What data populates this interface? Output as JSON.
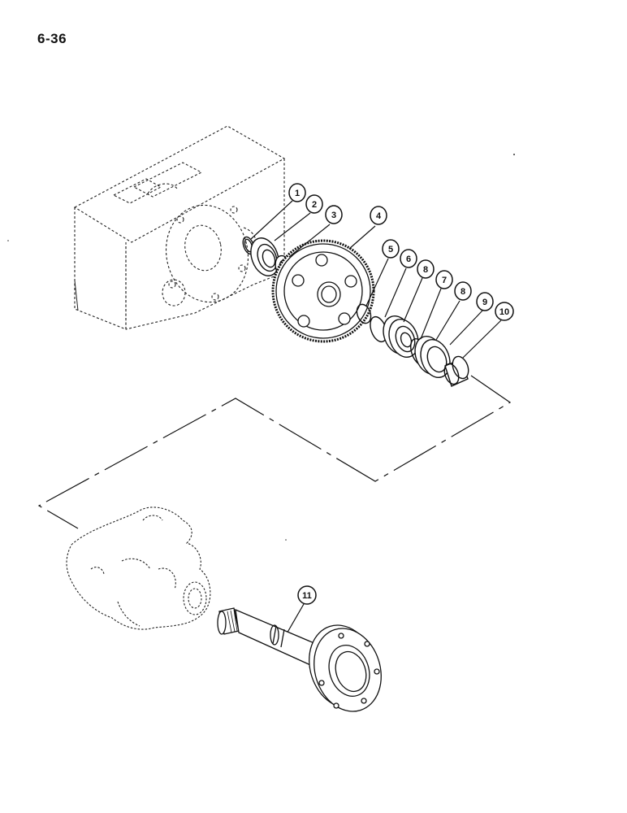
{
  "page": {
    "number": "6-36"
  },
  "callouts": [
    {
      "id": "c1",
      "label": "1"
    },
    {
      "id": "c2",
      "label": "2"
    },
    {
      "id": "c3",
      "label": "3"
    },
    {
      "id": "c4",
      "label": "4"
    },
    {
      "id": "c5",
      "label": "5"
    },
    {
      "id": "c6",
      "label": "6"
    },
    {
      "id": "c8a",
      "label": "8"
    },
    {
      "id": "c7",
      "label": "7"
    },
    {
      "id": "c8b",
      "label": "8"
    },
    {
      "id": "c9",
      "label": "9"
    },
    {
      "id": "c10",
      "label": "10"
    },
    {
      "id": "c11",
      "label": "11"
    }
  ]
}
